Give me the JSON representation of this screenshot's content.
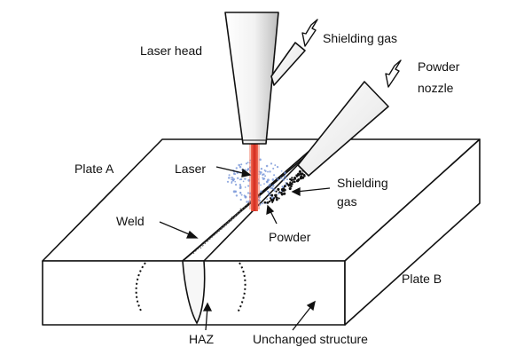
{
  "labels": {
    "laser_head": "Laser head",
    "shielding_gas_top": "Shielding gas",
    "powder_nozzle_line1": "Powder",
    "powder_nozzle_line2": "nozzle",
    "plate_a": "Plate A",
    "laser": "Laser",
    "shielding_gas_side_line1": "Shielding",
    "shielding_gas_side_line2": "gas",
    "weld": "Weld",
    "powder": "Powder",
    "plate_b": "Plate B",
    "haz": "HAZ",
    "unchanged_structure": "Unchanged structure"
  },
  "colors": {
    "outline": "#111111",
    "laser_beam": "#d42a1e",
    "laser_glow": "#ef6a55",
    "shielding_gas_dots": "#6f8fd6",
    "powder_particles": "#111111",
    "background": "#ffffff"
  }
}
